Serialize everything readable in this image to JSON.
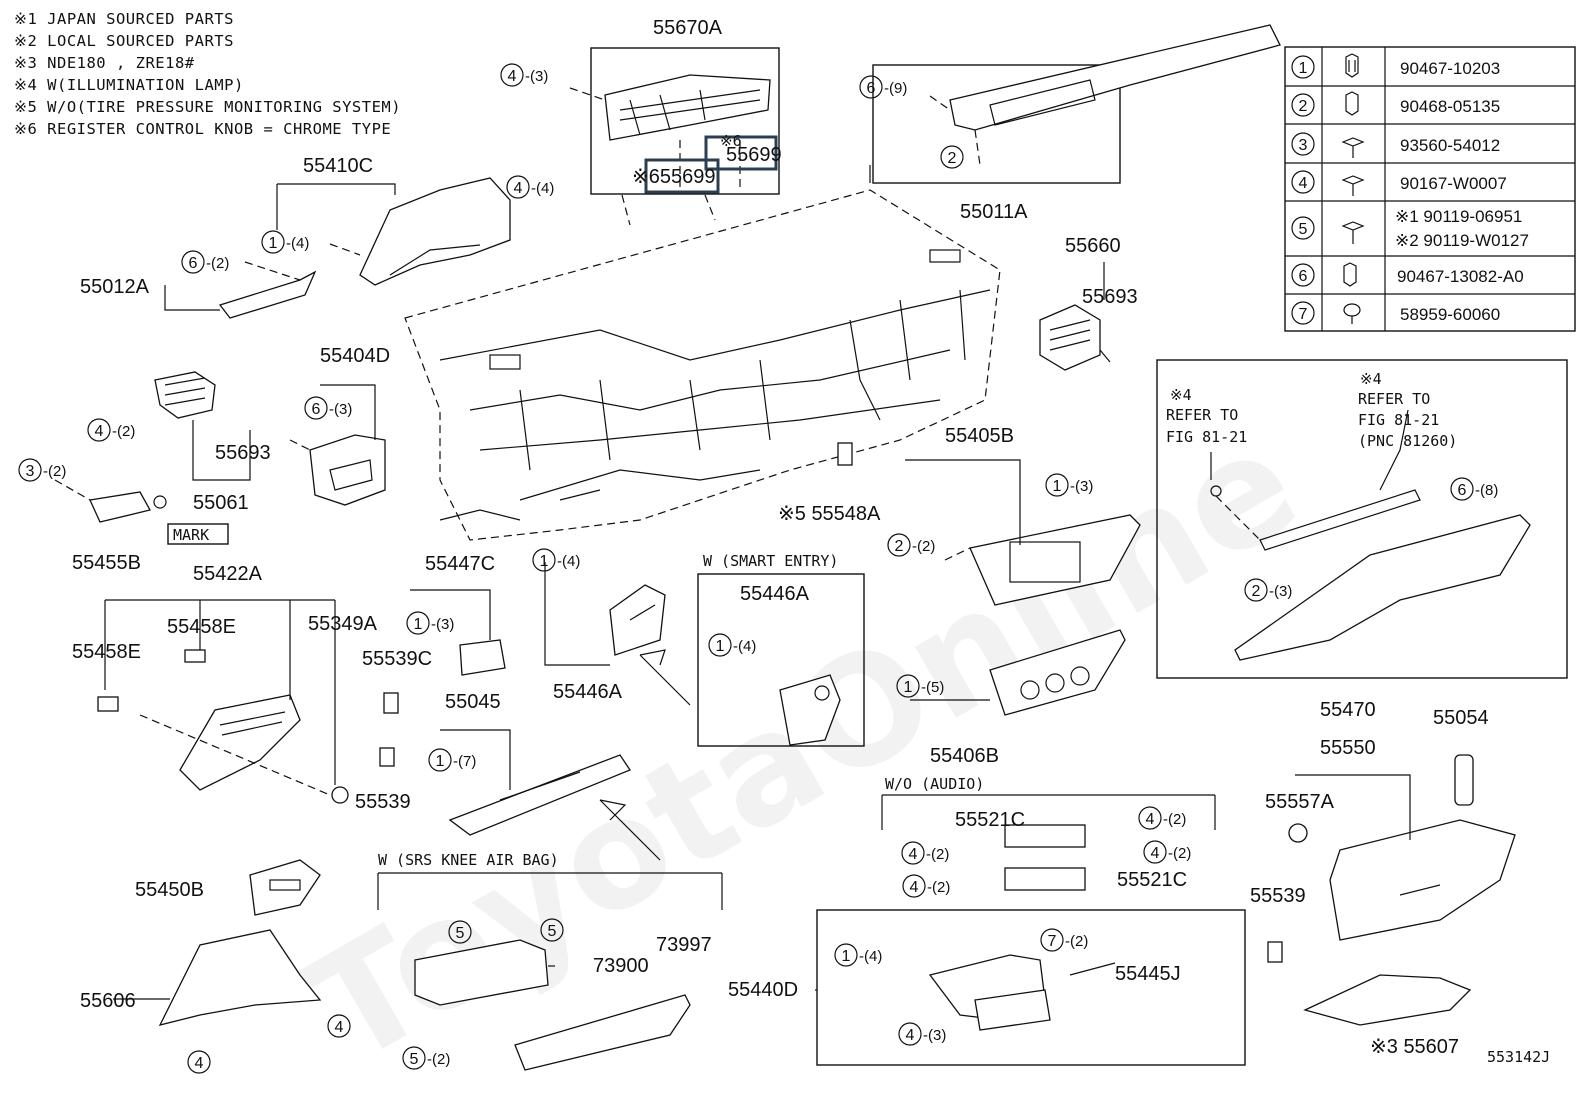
{
  "notes": [
    "※1 JAPAN SOURCED PARTS",
    "※2 LOCAL SOURCED PARTS",
    "※3 NDE180 , ZRE18#",
    "※4 W(ILLUMINATION LAMP)",
    "※5 W/O(TIRE PRESSURE MONITORING SYSTEM)",
    "※6 REGISTER CONTROL KNOB = CHROME TYPE"
  ],
  "fastener_table": [
    {
      "ref": "1",
      "part": "90467-10203"
    },
    {
      "ref": "2",
      "part": "90468-05135"
    },
    {
      "ref": "3",
      "part": "93560-54012"
    },
    {
      "ref": "4",
      "part": "90167-W0007"
    },
    {
      "ref": "5",
      "part": "※1 90119-06951",
      "part2": "※2 90119-W0127"
    },
    {
      "ref": "6",
      "part": "90467-13082-A0"
    },
    {
      "ref": "7",
      "part": "58959-60060"
    }
  ],
  "labels": {
    "p55670A": "55670A",
    "p55699a": "55699",
    "p55699b": "※655699",
    "p55699mark": "※6",
    "p55011A": "55011A",
    "p55410C": "55410C",
    "p55012A": "55012A",
    "p55660": "55660",
    "p55693a": "55693",
    "p55404D": "55404D",
    "p55693b": "55693",
    "p55061": "55061",
    "p55455B": "55455B",
    "mark": "MARK",
    "p55422A": "55422A",
    "p55458Ea": "55458E",
    "p55458Eb": "55458E",
    "p55349A": "55349A",
    "p55447C": "55447C",
    "p55539C": "55539C",
    "p55045": "55045",
    "p55539a": "55539",
    "p55446Aa": "55446A",
    "p55446Ab": "55446A",
    "p55548A": "※5 55548A",
    "p55405B": "55405B",
    "p55406B": "55406B",
    "p55470": "55470",
    "p55054": "55054",
    "p55550": "55550",
    "p55557A": "55557A",
    "p55539b": "55539",
    "p55607": "※3 55607",
    "p55450B": "55450B",
    "p55606": "55606",
    "p73900": "73900",
    "p73997": "73997",
    "p55521Ca": "55521C",
    "p55521Cb": "55521C",
    "p55440D": "55440D",
    "p55445J": "55445J",
    "smart_entry": "W (SMART ENTRY)",
    "wo_audio": "W/O (AUDIO)",
    "srs": "W (SRS KNEE AIR BAG)",
    "ref1a": "※4",
    "ref1b": "REFER TO",
    "ref1c": "FIG 81-21",
    "ref2a": "※4",
    "ref2b": "REFER TO",
    "ref2c": "FIG 81-21",
    "ref2d": "(PNC 81260)",
    "fig_id": "553142J",
    "watermark": "ToyotaOnline"
  },
  "callouts": {
    "c1": {
      "n": "4",
      "q": "-(3)"
    },
    "c2": {
      "n": "4",
      "q": "-(4)"
    },
    "c3": {
      "n": "6",
      "q": "-(9)"
    },
    "c4": {
      "n": "2",
      "q": ""
    },
    "c5": {
      "n": "1",
      "q": "-(4)"
    },
    "c6": {
      "n": "6",
      "q": "-(2)"
    },
    "c7": {
      "n": "6",
      "q": "-(3)"
    },
    "c8": {
      "n": "4",
      "q": "-(2)"
    },
    "c9": {
      "n": "3",
      "q": "-(2)"
    },
    "c10": {
      "n": "1",
      "q": "-(3)"
    },
    "c11": {
      "n": "1",
      "q": "-(7)"
    },
    "c12": {
      "n": "1",
      "q": "-(4)"
    },
    "c13": {
      "n": "1",
      "q": "-(4)"
    },
    "c14": {
      "n": "1",
      "q": "-(3)"
    },
    "c15": {
      "n": "2",
      "q": "-(2)"
    },
    "c16": {
      "n": "1",
      "q": "-(5)"
    },
    "c17": {
      "n": "6",
      "q": "-(8)"
    },
    "c18": {
      "n": "2",
      "q": "-(3)"
    },
    "c19": {
      "n": "4",
      "q": "-(2)"
    },
    "c20": {
      "n": "4",
      "q": "-(2)"
    },
    "c21": {
      "n": "4",
      "q": "-(2)"
    },
    "c22": {
      "n": "4",
      "q": "-(2)"
    },
    "c23": {
      "n": "1",
      "q": "-(4)"
    },
    "c24": {
      "n": "7",
      "q": "-(2)"
    },
    "c25": {
      "n": "4",
      "q": "-(3)"
    },
    "c26": {
      "n": "5",
      "q": ""
    },
    "c27": {
      "n": "5",
      "q": ""
    },
    "c28": {
      "n": "5",
      "q": "-(2)"
    },
    "c29": {
      "n": "4",
      "q": ""
    },
    "c30": {
      "n": "4",
      "q": ""
    }
  }
}
